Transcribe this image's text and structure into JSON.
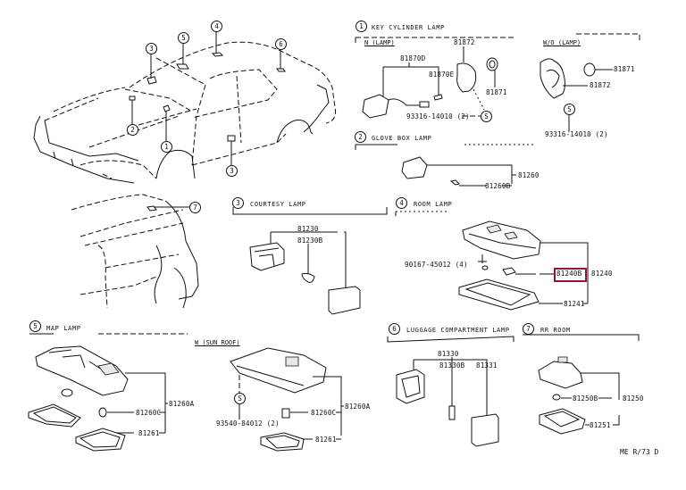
{
  "diagram": {
    "code": "ME R/73 D",
    "highlight_color": "#8b1a3a",
    "callouts_on_car": [
      "1",
      "2",
      "3",
      "4",
      "5",
      "6",
      "3",
      "7"
    ],
    "callout_icon": "circled-number",
    "s_marker": "S",
    "sections": [
      {
        "number": "1",
        "title": "KEY CYLINDER LAMP",
        "variants": [
          {
            "name": "N (LAMP)",
            "parts": [
              "81870D",
              "81870E",
              "81872",
              "81871",
              "93316-14010 (2)"
            ]
          },
          {
            "name": "W/O (LAMP)",
            "parts": [
              "81871",
              "81872",
              "93316-14010 (2)"
            ]
          }
        ]
      },
      {
        "number": "2",
        "title": "GLOVE BOX LAMP",
        "parts": [
          "81260",
          "81260B"
        ]
      },
      {
        "number": "3",
        "title": "COURTESY LAMP",
        "parts": [
          "81230",
          "81230B"
        ]
      },
      {
        "number": "4",
        "title": "ROOM LAMP",
        "parts": [
          "90167-45012 (4)",
          "81240B",
          "81240",
          "81241"
        ],
        "highlighted_part": "81240B"
      },
      {
        "number": "5",
        "title": "MAP LAMP",
        "parts": [
          "81260A",
          "81260C",
          "81261"
        ],
        "variants": [
          {
            "name": "W (SUN ROOF)",
            "parts": [
              "93540-84012 (2)",
              "81260C",
              "81260A",
              "81261"
            ]
          }
        ]
      },
      {
        "number": "6",
        "title": "LUGGAGE COMPARTMENT LAMP",
        "parts": [
          "81330",
          "81330B",
          "81331"
        ]
      },
      {
        "number": "7",
        "title": "RR ROOM",
        "parts": [
          "81250B",
          "81250",
          "81251"
        ]
      }
    ]
  }
}
